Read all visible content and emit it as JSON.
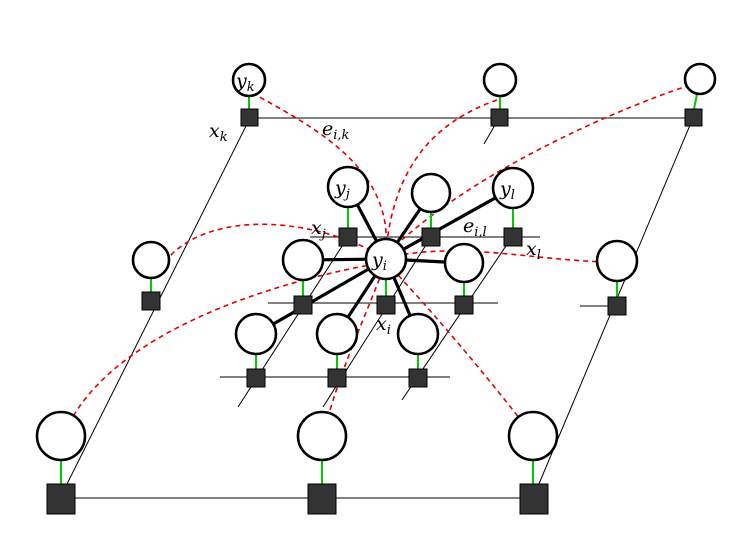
{
  "labels": {
    "y_k": {
      "base": "y",
      "sub": "k"
    },
    "x_k": {
      "base": "x",
      "sub": "k"
    },
    "e_ik": {
      "base": "e",
      "sub": "i,k"
    },
    "y_j": {
      "base": "y",
      "sub": "j"
    },
    "x_j": {
      "base": "x",
      "sub": "j"
    },
    "y_l": {
      "base": "y",
      "sub": "l"
    },
    "e_il": {
      "base": "e",
      "sub": "i,l"
    },
    "x_l": {
      "base": "x",
      "sub": "l"
    },
    "y_i": {
      "base": "y",
      "sub": "i"
    },
    "x_i": {
      "base": "x",
      "sub": "i"
    }
  },
  "colors": {
    "node_stroke": "#000000",
    "factor_fill": "#333333",
    "observation_edge": "#00cc00",
    "long_range_edge": "#e00000",
    "grid_line": "#000000"
  }
}
